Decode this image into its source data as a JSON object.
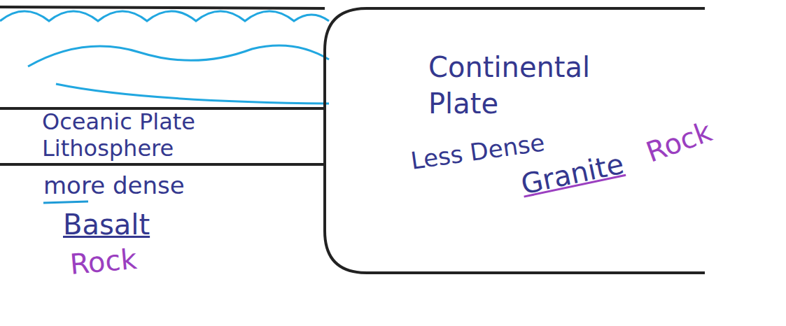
{
  "diagram": {
    "nodes": [
      {
        "text": [
          "Oceanic Plate Lithosphere"
        ]
      },
      {
        "text": [
          "Continental Plate",
          "Less Dense",
          "Granite",
          "Rock"
        ]
      }
    ],
    "labels": [
      "more dense",
      "Basalt",
      "Rock"
    ]
  }
}
